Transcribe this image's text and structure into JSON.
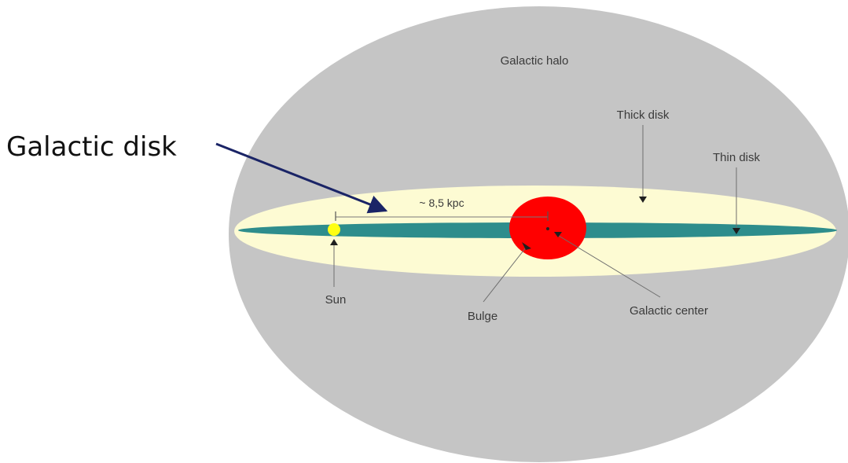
{
  "labels": {
    "halo": "Galactic halo",
    "thick_disk": "Thick disk",
    "thin_disk": "Thin disk",
    "distance": "~ 8,5 kpc",
    "sun": "Sun",
    "bulge": "Bulge",
    "galactic_center": "Galactic center",
    "galactic_disk": "Galactic disk"
  },
  "colors": {
    "halo": "#c5c5c5",
    "thick_disk": "#fdfbd3",
    "thin_disk": "#2e8d8c",
    "bulge": "#ff0000",
    "sun": "#ffff14",
    "callout_arrow": "#1a2466"
  },
  "icons": {
    "sun_marker": "sun-icon",
    "center_marker": "center-dot-icon"
  }
}
